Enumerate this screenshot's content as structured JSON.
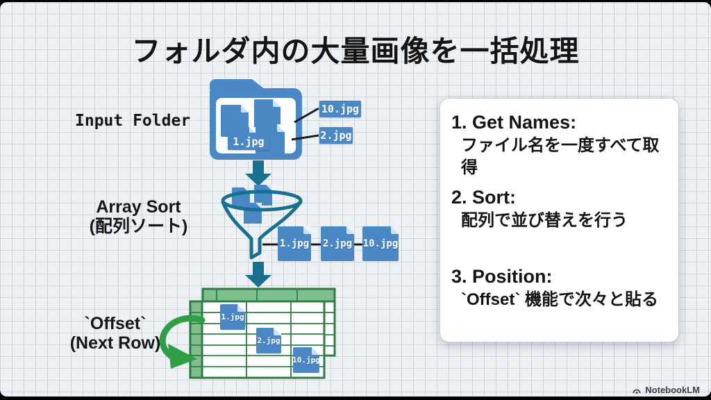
{
  "title": "フォルダ内の大量画像を一括処理",
  "diagram": {
    "input_folder": {
      "label": "Input Folder",
      "badge_1": "1.jpg",
      "badge_10": "10.jpg",
      "badge_2": "2.jpg"
    },
    "array_sort": {
      "label_en": "Array Sort",
      "label_ja": "(配列ソート)",
      "sorted_files": [
        "1.jpg",
        "2.jpg",
        "10.jpg"
      ]
    },
    "offset": {
      "label_code": "`Offset`",
      "label_sub": "(Next Row)",
      "placed_files": [
        "1.jpg",
        "2.jpg",
        "10.jpg"
      ]
    }
  },
  "steps_card": {
    "items": [
      {
        "heading": "1. Get Names:",
        "detail": "ファイル名を一度すべて取得"
      },
      {
        "heading": "2. Sort:",
        "detail": "配列で並び替えを行う"
      },
      {
        "heading": "3. Position:",
        "detail": "`Offset` 機能で次々と貼る"
      }
    ]
  },
  "footer": {
    "brand": "NotebookLM"
  },
  "colors": {
    "file_blue": "#4a87c5",
    "arrow_teal": "#17708f",
    "grid_green_border": "#2e7d46",
    "grid_green_fill": "#7fbf8b",
    "arrow_green": "#2f9e44",
    "paper": "#edf1f4"
  }
}
